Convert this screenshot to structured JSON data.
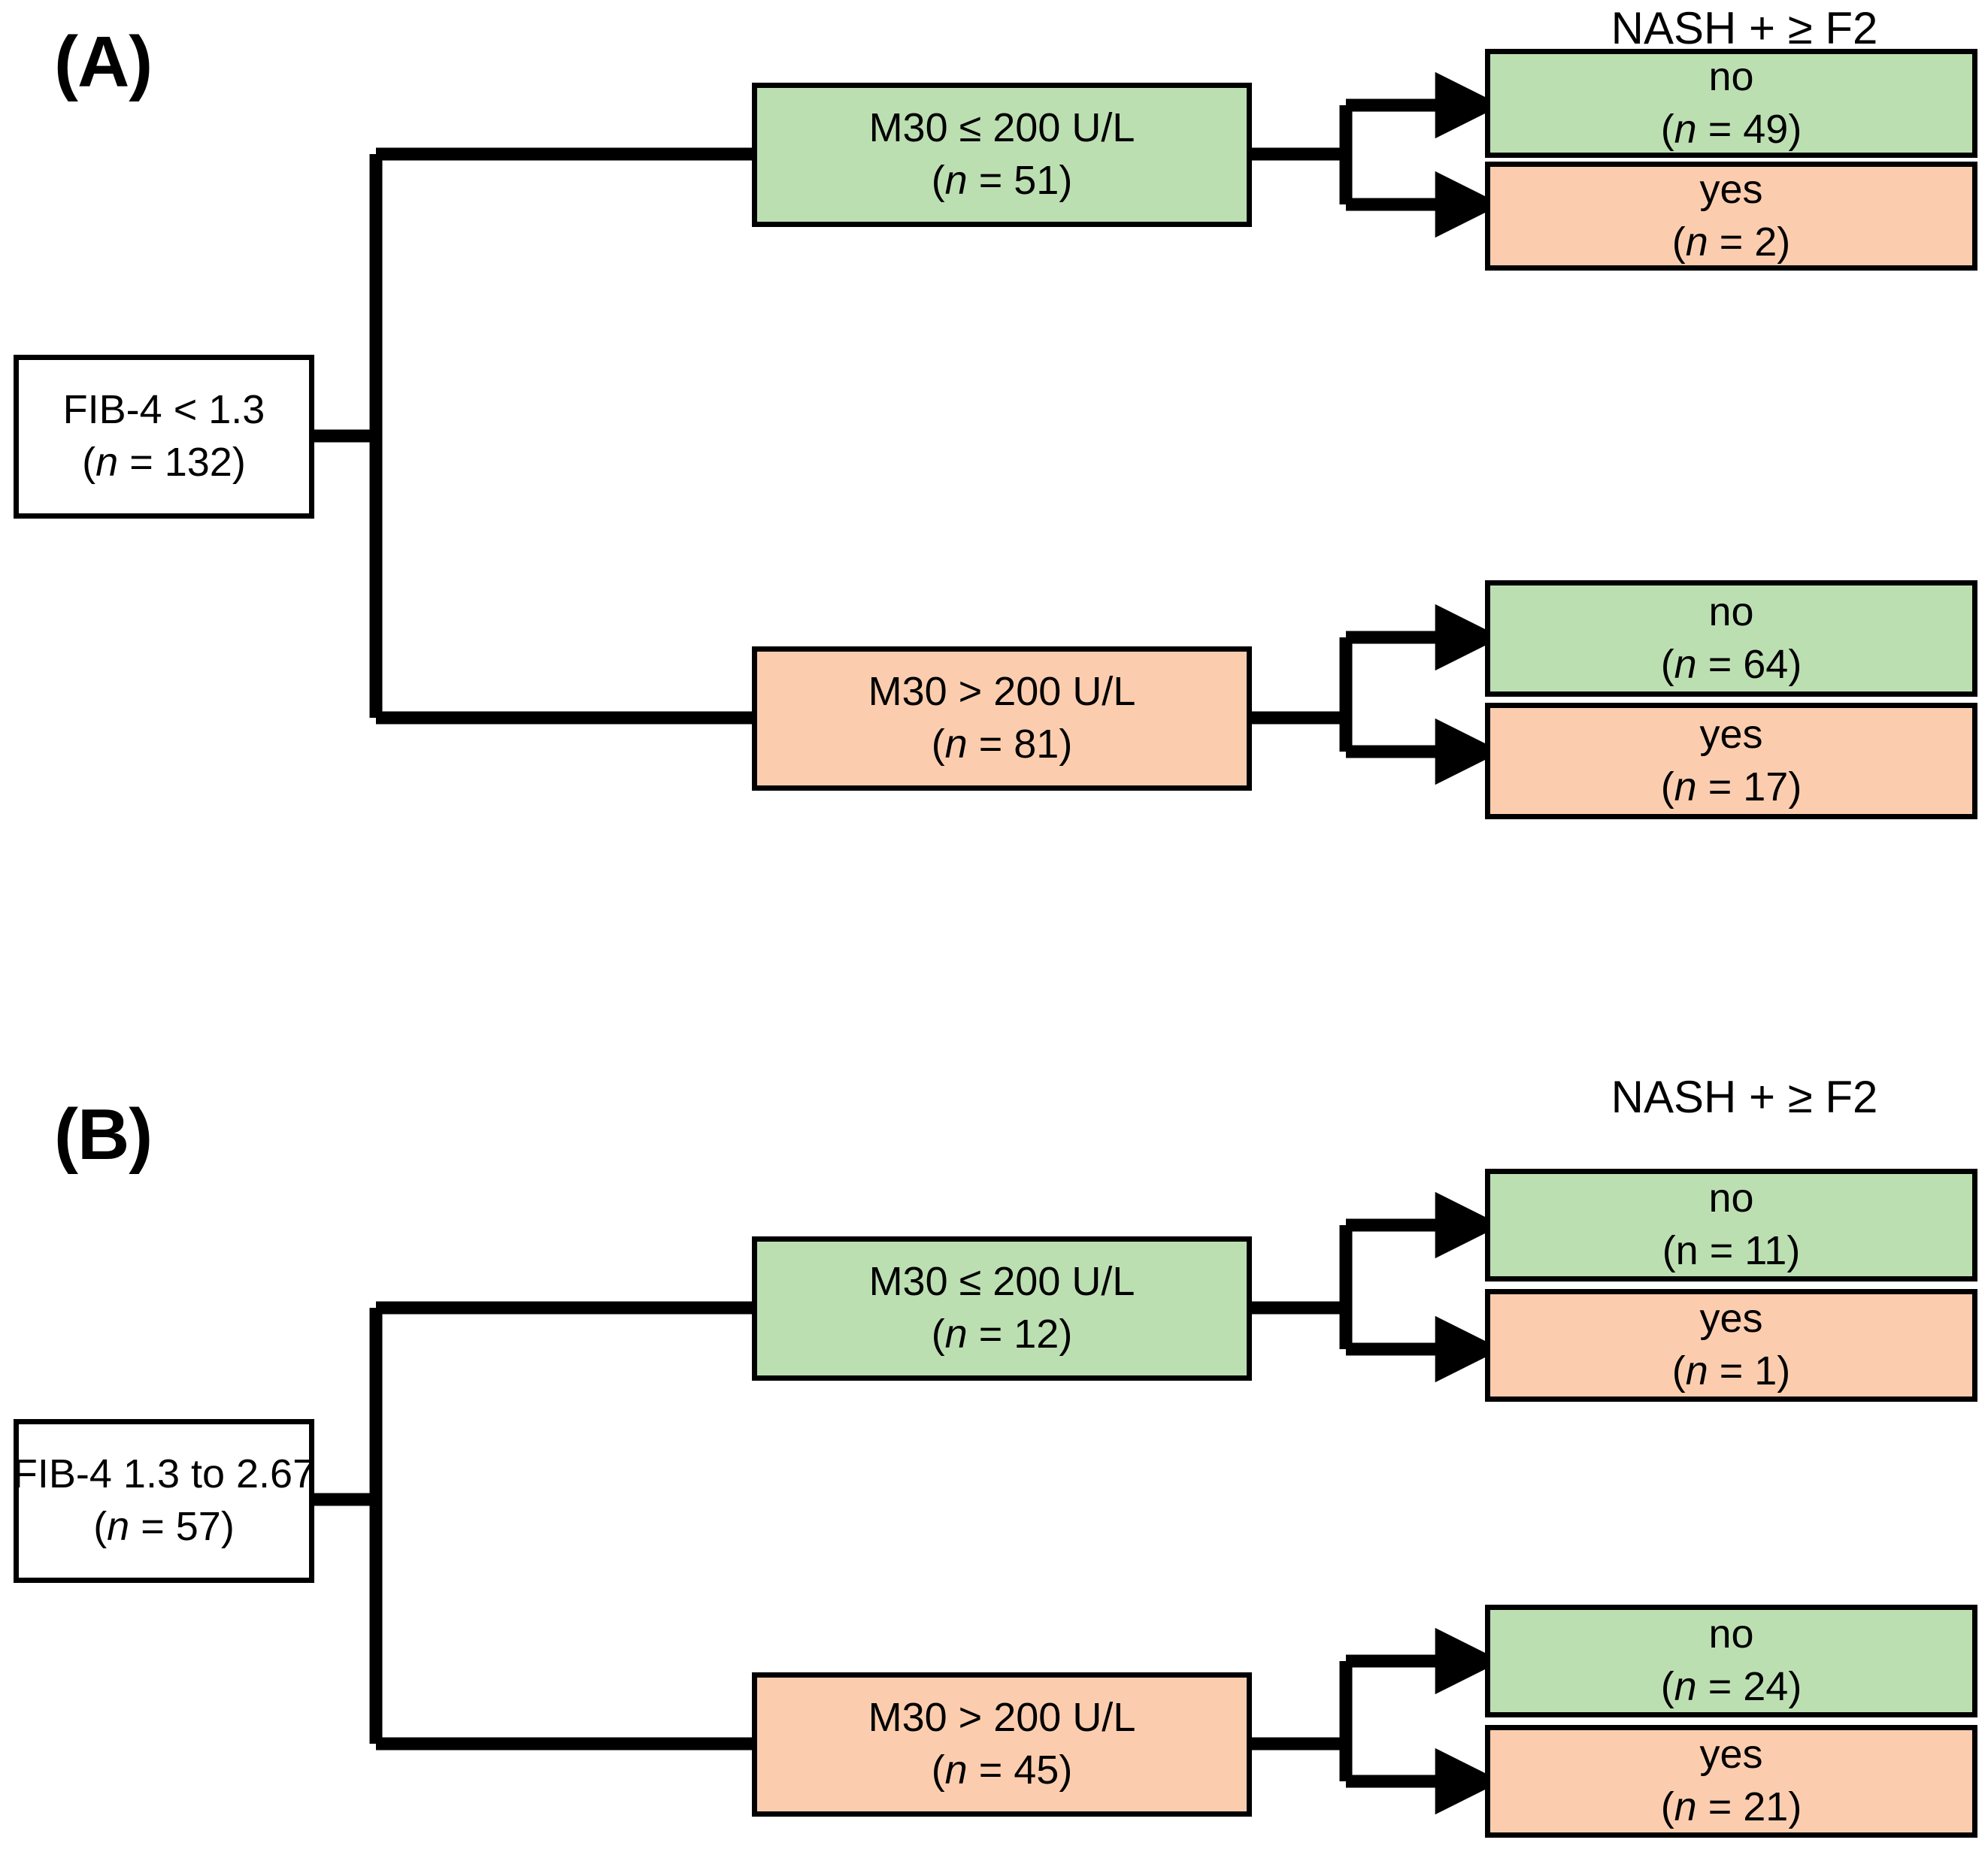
{
  "figure": {
    "type": "flowchart",
    "panels": [
      {
        "id": "A",
        "label": "(A)",
        "column_header": "NASH + ≥ F2",
        "root": {
          "line1": "FIB-4 < 1.3",
          "line2_pre": "(",
          "line2_n": "n",
          "line2_post": " = 132)",
          "color": "white"
        },
        "branches": [
          {
            "id": "A-m30-low",
            "line1": "M30 ≤ 200 U/L",
            "line2_pre": "(",
            "line2_n": "n",
            "line2_post": " = 51)",
            "color": "green",
            "outcomes": [
              {
                "id": "A-low-no",
                "line1": "no",
                "line2_pre": "(",
                "line2_n": "n",
                "line2_post": " = 49)",
                "color": "green"
              },
              {
                "id": "A-low-yes",
                "line1": "yes",
                "line2_pre": "(",
                "line2_n": "n",
                "line2_post": " = 2)",
                "color": "orange"
              }
            ]
          },
          {
            "id": "A-m30-high",
            "line1": "M30 > 200 U/L",
            "line2_pre": "(",
            "line2_n": "n",
            "line2_post": " = 81)",
            "color": "orange",
            "outcomes": [
              {
                "id": "A-high-no",
                "line1": "no",
                "line2_pre": "(",
                "line2_n": "n",
                "line2_post": " = 64)",
                "color": "green"
              },
              {
                "id": "A-high-yes",
                "line1": "yes",
                "line2_pre": "(",
                "line2_n": "n",
                "line2_post": " = 17)",
                "color": "orange"
              }
            ]
          }
        ]
      },
      {
        "id": "B",
        "label": "(B)",
        "column_header": "NASH + ≥ F2",
        "root": {
          "line1": "FIB-4 1.3 to 2.67",
          "line2_pre": "(",
          "line2_n": "n",
          "line2_post": " = 57)",
          "color": "white"
        },
        "branches": [
          {
            "id": "B-m30-low",
            "line1": "M30 ≤ 200 U/L",
            "line2_pre": "(",
            "line2_n": "n",
            "line2_post": " = 12)",
            "color": "green",
            "outcomes": [
              {
                "id": "B-low-no",
                "line1": "no",
                "line2_pre": "(",
                "line2_n": "n",
                "line2_post": " = 11)",
                "color": "green",
                "n_italic": false
              },
              {
                "id": "B-low-yes",
                "line1": "yes",
                "line2_pre": "(",
                "line2_n": "n",
                "line2_post": " = 1)",
                "color": "orange"
              }
            ]
          },
          {
            "id": "B-m30-high",
            "line1": "M30 > 200 U/L",
            "line2_pre": "(",
            "line2_n": "n",
            "line2_post": " = 45)",
            "color": "orange",
            "outcomes": [
              {
                "id": "B-high-no",
                "line1": "no",
                "line2_pre": "(",
                "line2_n": "n",
                "line2_post": " = 24)",
                "color": "green"
              },
              {
                "id": "B-high-yes",
                "line1": "yes",
                "line2_pre": "(",
                "line2_n": "n",
                "line2_post": " = 21)",
                "color": "orange"
              }
            ]
          }
        ]
      }
    ],
    "colors": {
      "green": "#bcdfb2",
      "orange": "#fbcdae",
      "white": "#ffffff",
      "stroke": "#000000"
    }
  }
}
